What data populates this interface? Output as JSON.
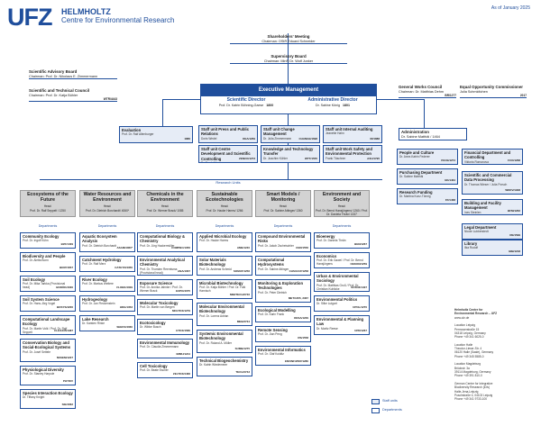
{
  "header": {
    "logo": "UFZ",
    "org_line1": "HELMHOLTZ",
    "org_line2": "Centre for Environmental Research",
    "as_of": "As of January 2025"
  },
  "shareholders": {
    "title": "Shareholders' Meeting",
    "sub": "Chairman: OStR Eduard Schneider"
  },
  "supervisory": {
    "title": "Supervisory Board",
    "sub": "Chairman: MinR Dr. Wolf Junker"
  },
  "scientific_advisory": {
    "title": "Scientific Advisory Board",
    "sub": "Chairman: Prof. Dr. Nikolaus E. Zimmermann"
  },
  "scientific_technical": {
    "title": "Scientific and Technical Council",
    "sub": "Chairman: Prof. Dr. Katja Bühler",
    "code": "WTR/4443"
  },
  "works_council": {
    "title": "General Works Council",
    "sub": "Chairman: Dr. Matthias Dehm",
    "code": "BR/1277"
  },
  "equal_opp": {
    "title": "Equal Opportunity Commissioner",
    "sub": "Julia Schmidtchen",
    "code": "2017"
  },
  "executive": {
    "title": "Executive Management",
    "sci_title": "Scientific Director",
    "sci_name": "Prof. Dr. Katrin Böhning-Gaese",
    "sci_code": "1800",
    "admin_title": "Administrative Director",
    "admin_name": "Dr. Sabine König",
    "admin_code": "1801"
  },
  "evaluation": {
    "title": "Evaluation",
    "sub": "Prof. Dr. Ralf Altenburger",
    "code": "1880"
  },
  "staff_mid": [
    {
      "title": "Staff unit Press and Public Relations",
      "sub": "Doris Wedel",
      "code": "OEA/1269"
    },
    {
      "title": "Staff unit Change Management",
      "sub": "Dr. Julia Zimmermann",
      "code": "CHANGE/1698"
    },
    {
      "title": "Staff unit Internal Auditing",
      "sub": "Jeanette Hahn",
      "code": "IR/1888"
    },
    {
      "title": "Staff unit Centre Development and Scientific Controlling",
      "sub": "Dr. Frank Messner",
      "code": "ZENCO/1273"
    },
    {
      "title": "Knowledge and Technology Transfer",
      "sub": "Dr. Joachim Köhler",
      "code": "WTT/1555"
    },
    {
      "title": "Staff unit Work Safety and Environmental Protection",
      "sub": "Frank Täschner",
      "code": "ASU/1795"
    }
  ],
  "administration": {
    "title": "Administration",
    "sub": "Dr. Sabine Matthäi / 1464"
  },
  "admin_units": [
    {
      "title": "People and Culture",
      "sub": "Dr. Anne-Katrin Federer",
      "code": "PACE/1274"
    },
    {
      "title": "Purchasing Department",
      "sub": "Dr. Sabine Matthäi",
      "code": "EK/1464"
    },
    {
      "title": "Research Funding",
      "sub": "Dr. Martina Kunz-Tönnig",
      "code": "FF/1468"
    },
    {
      "title": "Financial Department and Controlling",
      "sub": "Viktoria Romanova",
      "code": "FCO/1268"
    },
    {
      "title": "Scientific and Commercial Data Processing",
      "sub": "Dr. Thomas Wieser / Julia Porsch",
      "code": "WKDV/1908"
    },
    {
      "title": "Building and Facility Management",
      "sub": "Ines Steinlen",
      "code": "BFM/1262"
    },
    {
      "title": "Legal Department",
      "sub": "Nicole Lubberstedt",
      "code": "RE/1599"
    },
    {
      "title": "Library",
      "sub": "Ilka Rudolf",
      "code": "BIB/1218"
    }
  ],
  "research_units_label": "Research Units",
  "departments_label": "Departments",
  "units": [
    {
      "title": "Ecosystems of the Future",
      "head": "Head:",
      "name": "Prof. Dr. Ralf Seppelt / 1250"
    },
    {
      "title": "Water Resources and Environment",
      "head": "Head:",
      "name": "Prof. Dr. Dietrich Borchardt/ 4060*"
    },
    {
      "title": "Chemicals in the Environment",
      "head": "Head:",
      "name": "Prof. Dr. Werner Brack/ 1085"
    },
    {
      "title": "Sustainable Ecotechnologies",
      "head": "Head:",
      "name": "Prof. Dr. Hauke Harms/ 1266"
    },
    {
      "title": "Smart Models / Monitoring",
      "head": "Head:",
      "name": "Prof. Dr. Sabine Attinger/ 1360"
    },
    {
      "title": "Environment and Society",
      "head": "Head:",
      "name": "Prof. Dr. Bernd Hansjürgens/ 1260 / Prof. Dr. Daniela Thrän/ 1337"
    }
  ],
  "departments": [
    [
      {
        "title": "Community Ecology",
        "sub": "Prof. Dr. Ingolf Kühn",
        "code": "BZF/1409"
      },
      {
        "title": "Biodiversity and People",
        "sub": "Prof. Dr. Aletta Bonn",
        "code": "BIOP/1657"
      },
      {
        "title": "Soil Ecology",
        "sub": "Prof. Dr. Mika Tarkka (Provisional head)",
        "code": "BODÖK/4030"
      },
      {
        "title": "Soil System Science",
        "sub": "Prof. Dr. Hans-Jörg Vogel",
        "code": "BOSYS/4200"
      },
      {
        "title": "Computational Landscape Ecology",
        "sub": "Prof. Dr. Martin Volk / Prof. Dr. Ralf Seppelt",
        "code": "CLE/1235/1387"
      },
      {
        "title": "Conservation Biology and Social-Ecological Systems",
        "sub": "Prof. Dr. Josef Settele",
        "code": "NSSEM/1227"
      },
      {
        "title": "Physiological Diversity",
        "sub": "Prof. Dr. Stanley Harpole",
        "code": "PHYDIV"
      },
      {
        "title": "Species Interaction Ecology",
        "sub": "Dr. Tiffany Knight",
        "code": "SIE/4062"
      }
    ],
    [
      {
        "title": "Aquatic Ecosystem Analysis",
        "sub": "Prof. Dr. Dietrich Borchardt",
        "code": "ASAM/4060*"
      },
      {
        "title": "Catchment Hydrology",
        "sub": "Prof. Dr. Ralf Merz",
        "code": "CATHYD/4350"
      },
      {
        "title": "River Ecology",
        "sub": "Prof. Dr. Markus Weitere",
        "code": "FLOEK/4009"
      },
      {
        "title": "Hydrogeology",
        "sub": "Prof. Dr. Jan Fleckenstein",
        "code": "HDG/1353"
      },
      {
        "title": "Lake Research",
        "sub": "Dr. Karsten Rinke",
        "code": "SEEFO/4060"
      }
    ],
    [
      {
        "title": "Computational Biology & Chemistry",
        "sub": "Prof. Dr. Jörg Hackermüller",
        "code": "COMPBC/1350"
      },
      {
        "title": "Environmental Analytical Chemistry",
        "sub": "Prof. Dr. Thorsten Reemtsma (Provisional head)",
        "code": "ANA/1067"
      },
      {
        "title": "Exposure Science",
        "sub": "Prof. Dr. Annika Jahnke / Prof. Dr. Werner Brack",
        "code": "EXPO/4075"
      },
      {
        "title": "Molecular Toxicology",
        "sub": "Prof. Dr. Martin von Bergen",
        "code": "MOLTOX/1279"
      },
      {
        "title": "Ecotoxicology",
        "sub": "Dr. Wibke Busch",
        "code": "ETOX/1580"
      },
      {
        "title": "Environmental Immunology",
        "sub": "Prof. Dr. Claudia Zimmermann",
        "code": "IMMU/1244"
      },
      {
        "title": "Cell Toxicology",
        "sub": "Prof. Dr. Beate Escher",
        "code": "ZELTOX/4466"
      }
    ],
    [
      {
        "title": "Applied Microbial Ecology",
        "sub": "Prof. Dr. Hauke Harms",
        "code": "AME/1240"
      },
      {
        "title": "Solar Materials Biotechnology",
        "sub": "Prof. Dr. Andreas Schmid",
        "code": "SOMAT/1256"
      },
      {
        "title": "Microbial Biotechnology",
        "sub": "Prof. Dr. Katja Bühler / Prof. Dr. Falk Harnisch",
        "code": "MIBITECH/2746"
      },
      {
        "title": "Molecular Environmental Biotechnology",
        "sub": "Prof. Dr. Lorenz Adrian",
        "code": "MEB/2734"
      },
      {
        "title": "Systemic Environmental Biotechnology",
        "sub": "Prof. Dr. Roland A. Müller",
        "code": "SUMB/1275"
      },
      {
        "title": "Technical Biogeochemistry",
        "sub": "Dr. Katrin Wiedemeier",
        "code": "TECH/4743"
      }
    ],
    [
      {
        "title": "Compound Environmental Risks",
        "sub": "Prof. Dr. Jakob Zscheischler",
        "code": "CER/1556"
      },
      {
        "title": "Computational Hydrosystems",
        "sub": "Prof. Dr. Sabine Attinger",
        "code": "CHS/1347/1258"
      },
      {
        "title": "Monitoring & Exploration Technologies",
        "sub": "Prof. Dr. Peter Dietrich",
        "code": "MET/1355, 2367"
      },
      {
        "title": "Ecological Modelling",
        "sub": "Prof. Dr. Karin Frank",
        "code": "OESA/1229"
      },
      {
        "title": "Remote Sensing",
        "sub": "Prof. Dr. Jian Peng",
        "code": "RS/1558"
      },
      {
        "title": "Environmental Informatics",
        "sub": "Prof. Dr. Olaf Kolditz",
        "code": "ENVINF/2587/1280"
      }
    ],
    [
      {
        "title": "Bioenergy",
        "sub": "Prof. Dr. Daniela Thrän",
        "code": "BEN/1267"
      },
      {
        "title": "Economics",
        "sub": "Prof. Dr. Erik Gawel / Prof. Dr. Bernd Hansjürgens",
        "code": "OEKON/1259"
      },
      {
        "title": "Urban & Environmental Sociology",
        "sub": "Prof. Dr. Matthias Groß / Prof. Dr. Christian Kuhlicke",
        "code": "SUSOZ/1407"
      },
      {
        "title": "Environmental Politics",
        "sub": "Dr. Silke Lutgart",
        "code": "UPOL/1270"
      },
      {
        "title": "Environmental & Planning Law",
        "sub": "Dr. Moritz Reese",
        "code": "UPR/1267"
      }
    ]
  ],
  "legend": {
    "staff": "Staff units",
    "departments": "Departments"
  },
  "contact": [
    "Helmholtz Centre for",
    "Environmental Research – UFZ",
    "www.ufz.de",
    "",
    "Location Leipzig",
    "Permoserstraße 15",
    "04318 Leipzig, Germany",
    "Phone +49 341 6025-0",
    "",
    "Location Halle",
    "Theodor-Lieser-Str. 4",
    "06120 Halle (Saale), Germany",
    "Phone +49 345 5585-0",
    "",
    "Location Magdeburg",
    "Brückstr. 3a",
    "39114 Magdeburg, Germany",
    "Phone +49 391 810-0",
    "",
    "German Centre for Integrative",
    "Biodiversity Research (iDiv)",
    "Halle-Jena-Leipzig",
    "Puschstraße 4, 04103 Leipzig",
    "Phone +49 341 9733-100"
  ],
  "colors": {
    "accent": "#1f4e9c",
    "unit_bg": "#d3d3d3",
    "staff_bg": "#e6ecf6"
  }
}
